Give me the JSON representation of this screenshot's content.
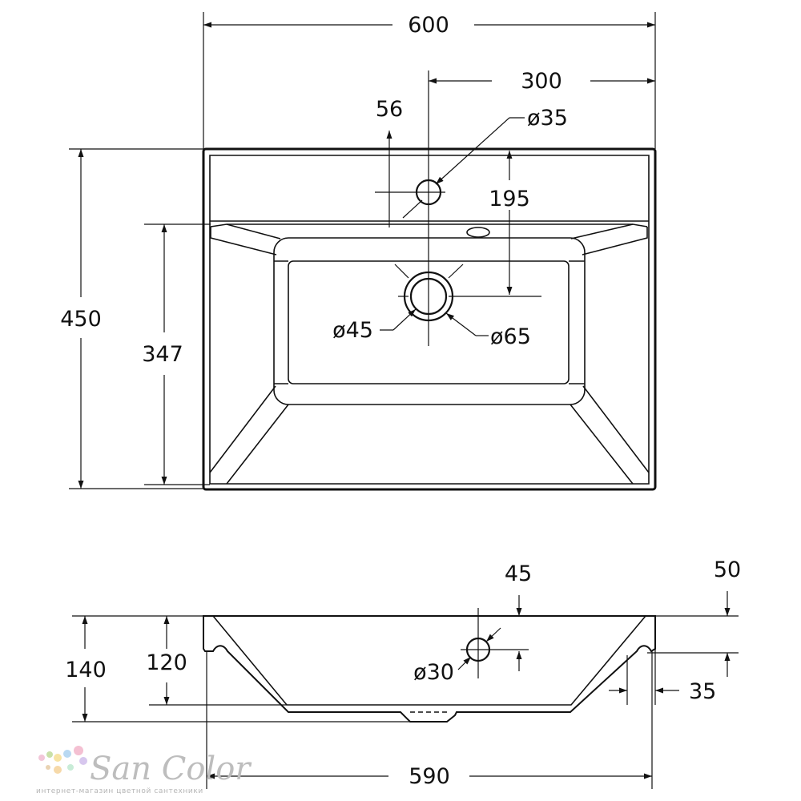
{
  "dimensions": {
    "top_view": {
      "overall_width": "600",
      "half_width": "300",
      "tap_offset": "56",
      "tap_hole": "ø35",
      "tap_to_drain": "195",
      "overall_depth": "450",
      "bowl_depth": "347",
      "drain_inner": "ø45",
      "drain_outer": "ø65"
    },
    "side_view": {
      "overflow_offset": "45",
      "rim_height": "50",
      "total_height": "140",
      "bowl_height": "120",
      "overflow_hole": "ø30",
      "rim_lip": "35",
      "bottom_width": "590"
    }
  },
  "watermark": {
    "brand": "San Color",
    "tagline": "интернет-магазин цветной сантехники"
  },
  "colors": {
    "line": "#111111",
    "watermark": "#bdbdbd"
  }
}
